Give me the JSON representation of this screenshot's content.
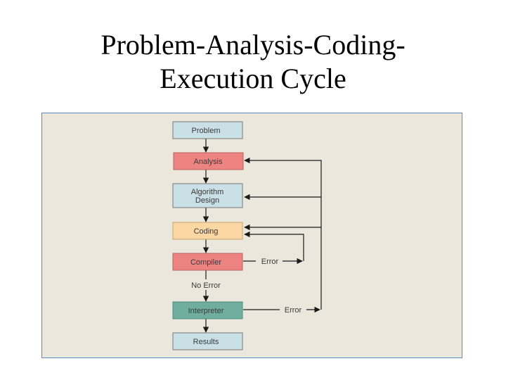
{
  "title": {
    "line1": "Problem-Analysis-Coding-",
    "line2": "Execution Cycle"
  },
  "diagram": {
    "boxes": {
      "problem": "Problem",
      "analysis": "Analysis",
      "algorithm_line1": "Algorithm",
      "algorithm_line2": "Design",
      "coding": "Coding",
      "compiler": "Compiler",
      "interpreter": "Interpreter",
      "results": "Results"
    },
    "labels": {
      "compiler_error": "Error",
      "no_error": "No Error",
      "interpreter_error": "Error"
    },
    "colors": {
      "problem": "#c9e0e6",
      "analysis": "#ee8482",
      "algorithm": "#c9e0e6",
      "coding": "#fbd7a3",
      "compiler": "#ee8482",
      "interpreter": "#6fae9c",
      "results": "#c9e0e6",
      "panel": "#ece7dc"
    }
  }
}
